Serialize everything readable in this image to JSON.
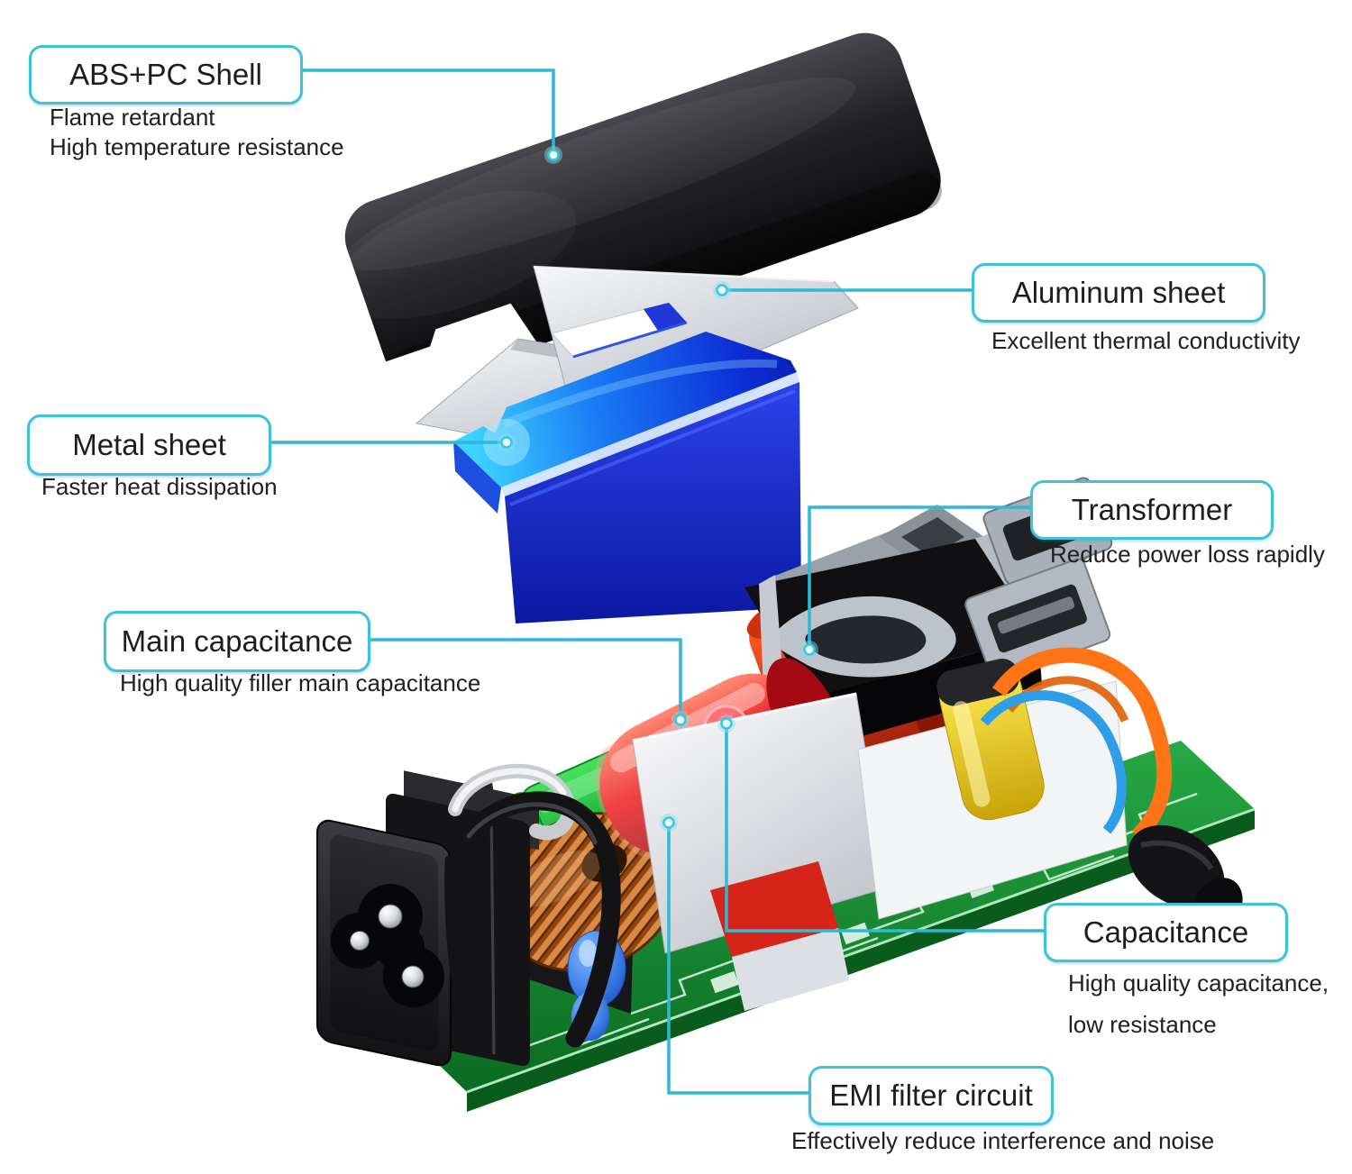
{
  "colors": {
    "accent_border": "#3cc2d9",
    "leader_line": "#2fb9d4",
    "dot_glow": "#7fe0f4",
    "shell_black": "#1b1b1e",
    "aluminum_gray": "#cfd3d9",
    "metal_sheet_blue": "#1437d8",
    "pcb_green": "#1b8c34",
    "main_capacitor_red": "#e81523",
    "yellow_capacitor": "#e8c71d",
    "coil_copper": "#b05a1a"
  },
  "callouts": [
    {
      "id": "abs-pc-shell",
      "title": "ABS+PC Shell",
      "subtitle_lines": [
        "Flame retardant",
        "High temperature resistance"
      ]
    },
    {
      "id": "aluminum-sheet",
      "title": "Aluminum sheet",
      "subtitle_lines": [
        "Excellent thermal conductivity"
      ]
    },
    {
      "id": "metal-sheet",
      "title": "Metal sheet",
      "subtitle_lines": [
        "Faster heat dissipation"
      ]
    },
    {
      "id": "transformer",
      "title": "Transformer",
      "subtitle_lines": [
        "Reduce power loss rapidly"
      ]
    },
    {
      "id": "main-capacitance",
      "title": "Main capacitance",
      "subtitle_lines": [
        "High quality filler main capacitance"
      ]
    },
    {
      "id": "capacitance",
      "title": "Capacitance",
      "subtitle_lines": [
        "High quality capacitance,",
        "low resistance"
      ]
    },
    {
      "id": "emi-filter",
      "title": "EMI filter circuit",
      "subtitle_lines": [
        "Effectively reduce interference and noise"
      ]
    }
  ]
}
